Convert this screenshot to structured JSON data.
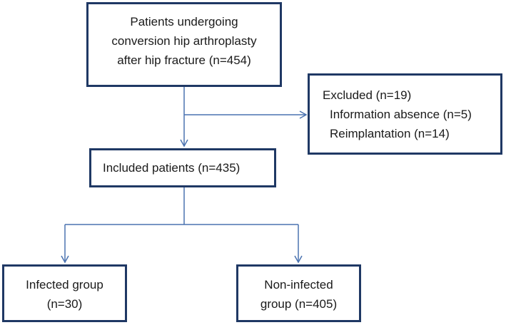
{
  "flowchart": {
    "enrollment": {
      "line1": "Patients undergoing",
      "line2": "conversion hip arthroplasty",
      "line3": "after hip fracture (n=454)"
    },
    "excluded": {
      "title": "Excluded (n=19)",
      "reason1": "Information absence (n=5)",
      "reason2": "Reimplantation (n=14)"
    },
    "included": {
      "label": "Included patients (n=435)"
    },
    "infected": {
      "line1": "Infected group",
      "line2": "(n=30)"
    },
    "non_infected": {
      "line1": "Non-infected",
      "line2": "group (n=405)"
    }
  },
  "colors": {
    "box_border": "#1f3864",
    "connector": "#4a72b0",
    "text": "#1a1a1a"
  }
}
